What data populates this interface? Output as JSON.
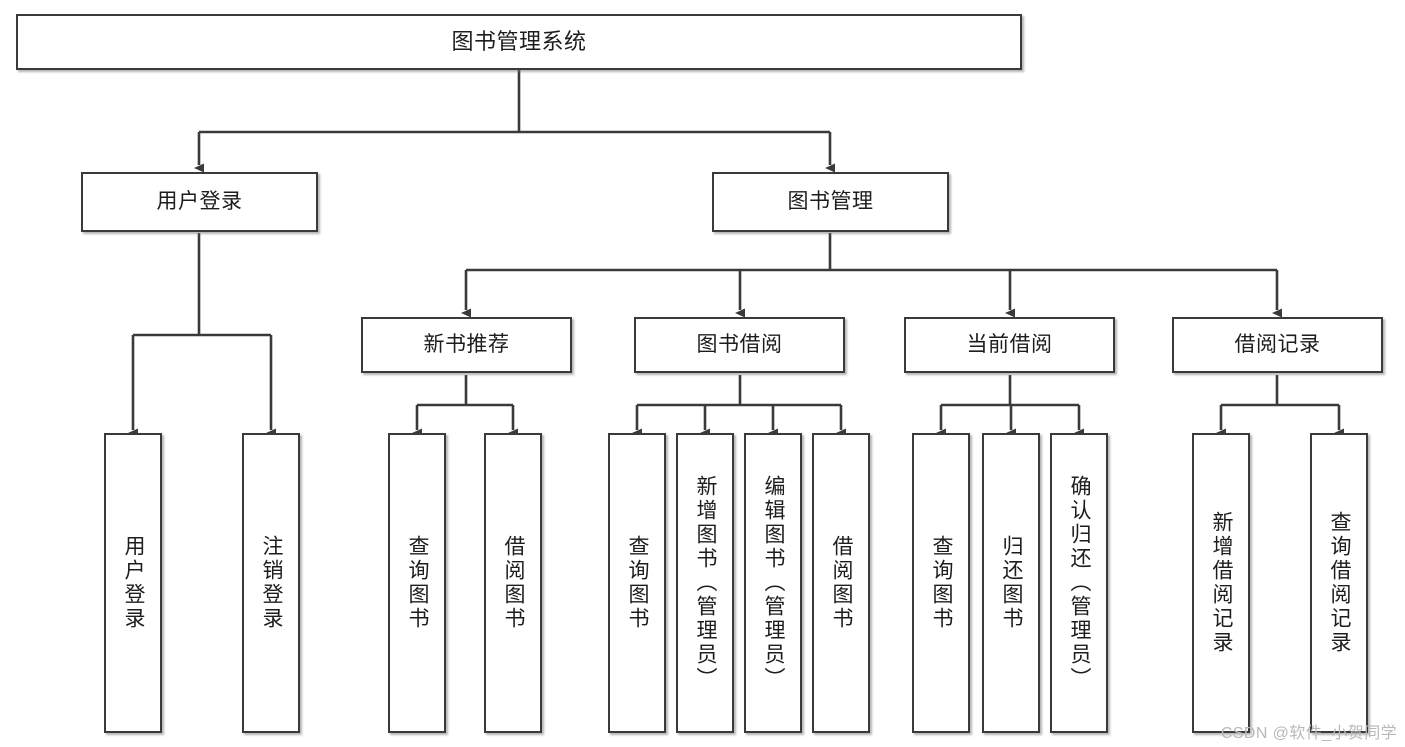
{
  "diagram": {
    "title": "图书管理系统",
    "root": {
      "label": "图书管理系统"
    },
    "level1": [
      {
        "label": "用户登录"
      },
      {
        "label": "图书管理"
      }
    ],
    "level2": [
      {
        "label": "新书推荐"
      },
      {
        "label": "图书借阅"
      },
      {
        "label": "当前借阅"
      },
      {
        "label": "借阅记录"
      }
    ],
    "leaves": {
      "user_login": [
        {
          "label": "用户登录"
        },
        {
          "label": "注销登录"
        }
      ],
      "new_book_recommend": [
        {
          "label": "查询图书"
        },
        {
          "label": "借阅图书"
        }
      ],
      "book_borrow": [
        {
          "label": "查询图书"
        },
        {
          "label": "新增图书（管理员）"
        },
        {
          "label": "编辑图书（管理员）"
        },
        {
          "label": "借阅图书"
        }
      ],
      "current_borrow": [
        {
          "label": "查询图书"
        },
        {
          "label": "归还图书"
        },
        {
          "label": "确认归还（管理员）"
        }
      ],
      "borrow_record": [
        {
          "label": "新增借阅记录"
        },
        {
          "label": "查询借阅记录"
        }
      ]
    }
  },
  "watermark": {
    "text": "CSDN @软件_小贺同学"
  },
  "colors": {
    "stroke": "#3a3a3a",
    "fill": "#ffffff",
    "text": "#1d1d1d",
    "watermark": "#b9b9b9"
  }
}
